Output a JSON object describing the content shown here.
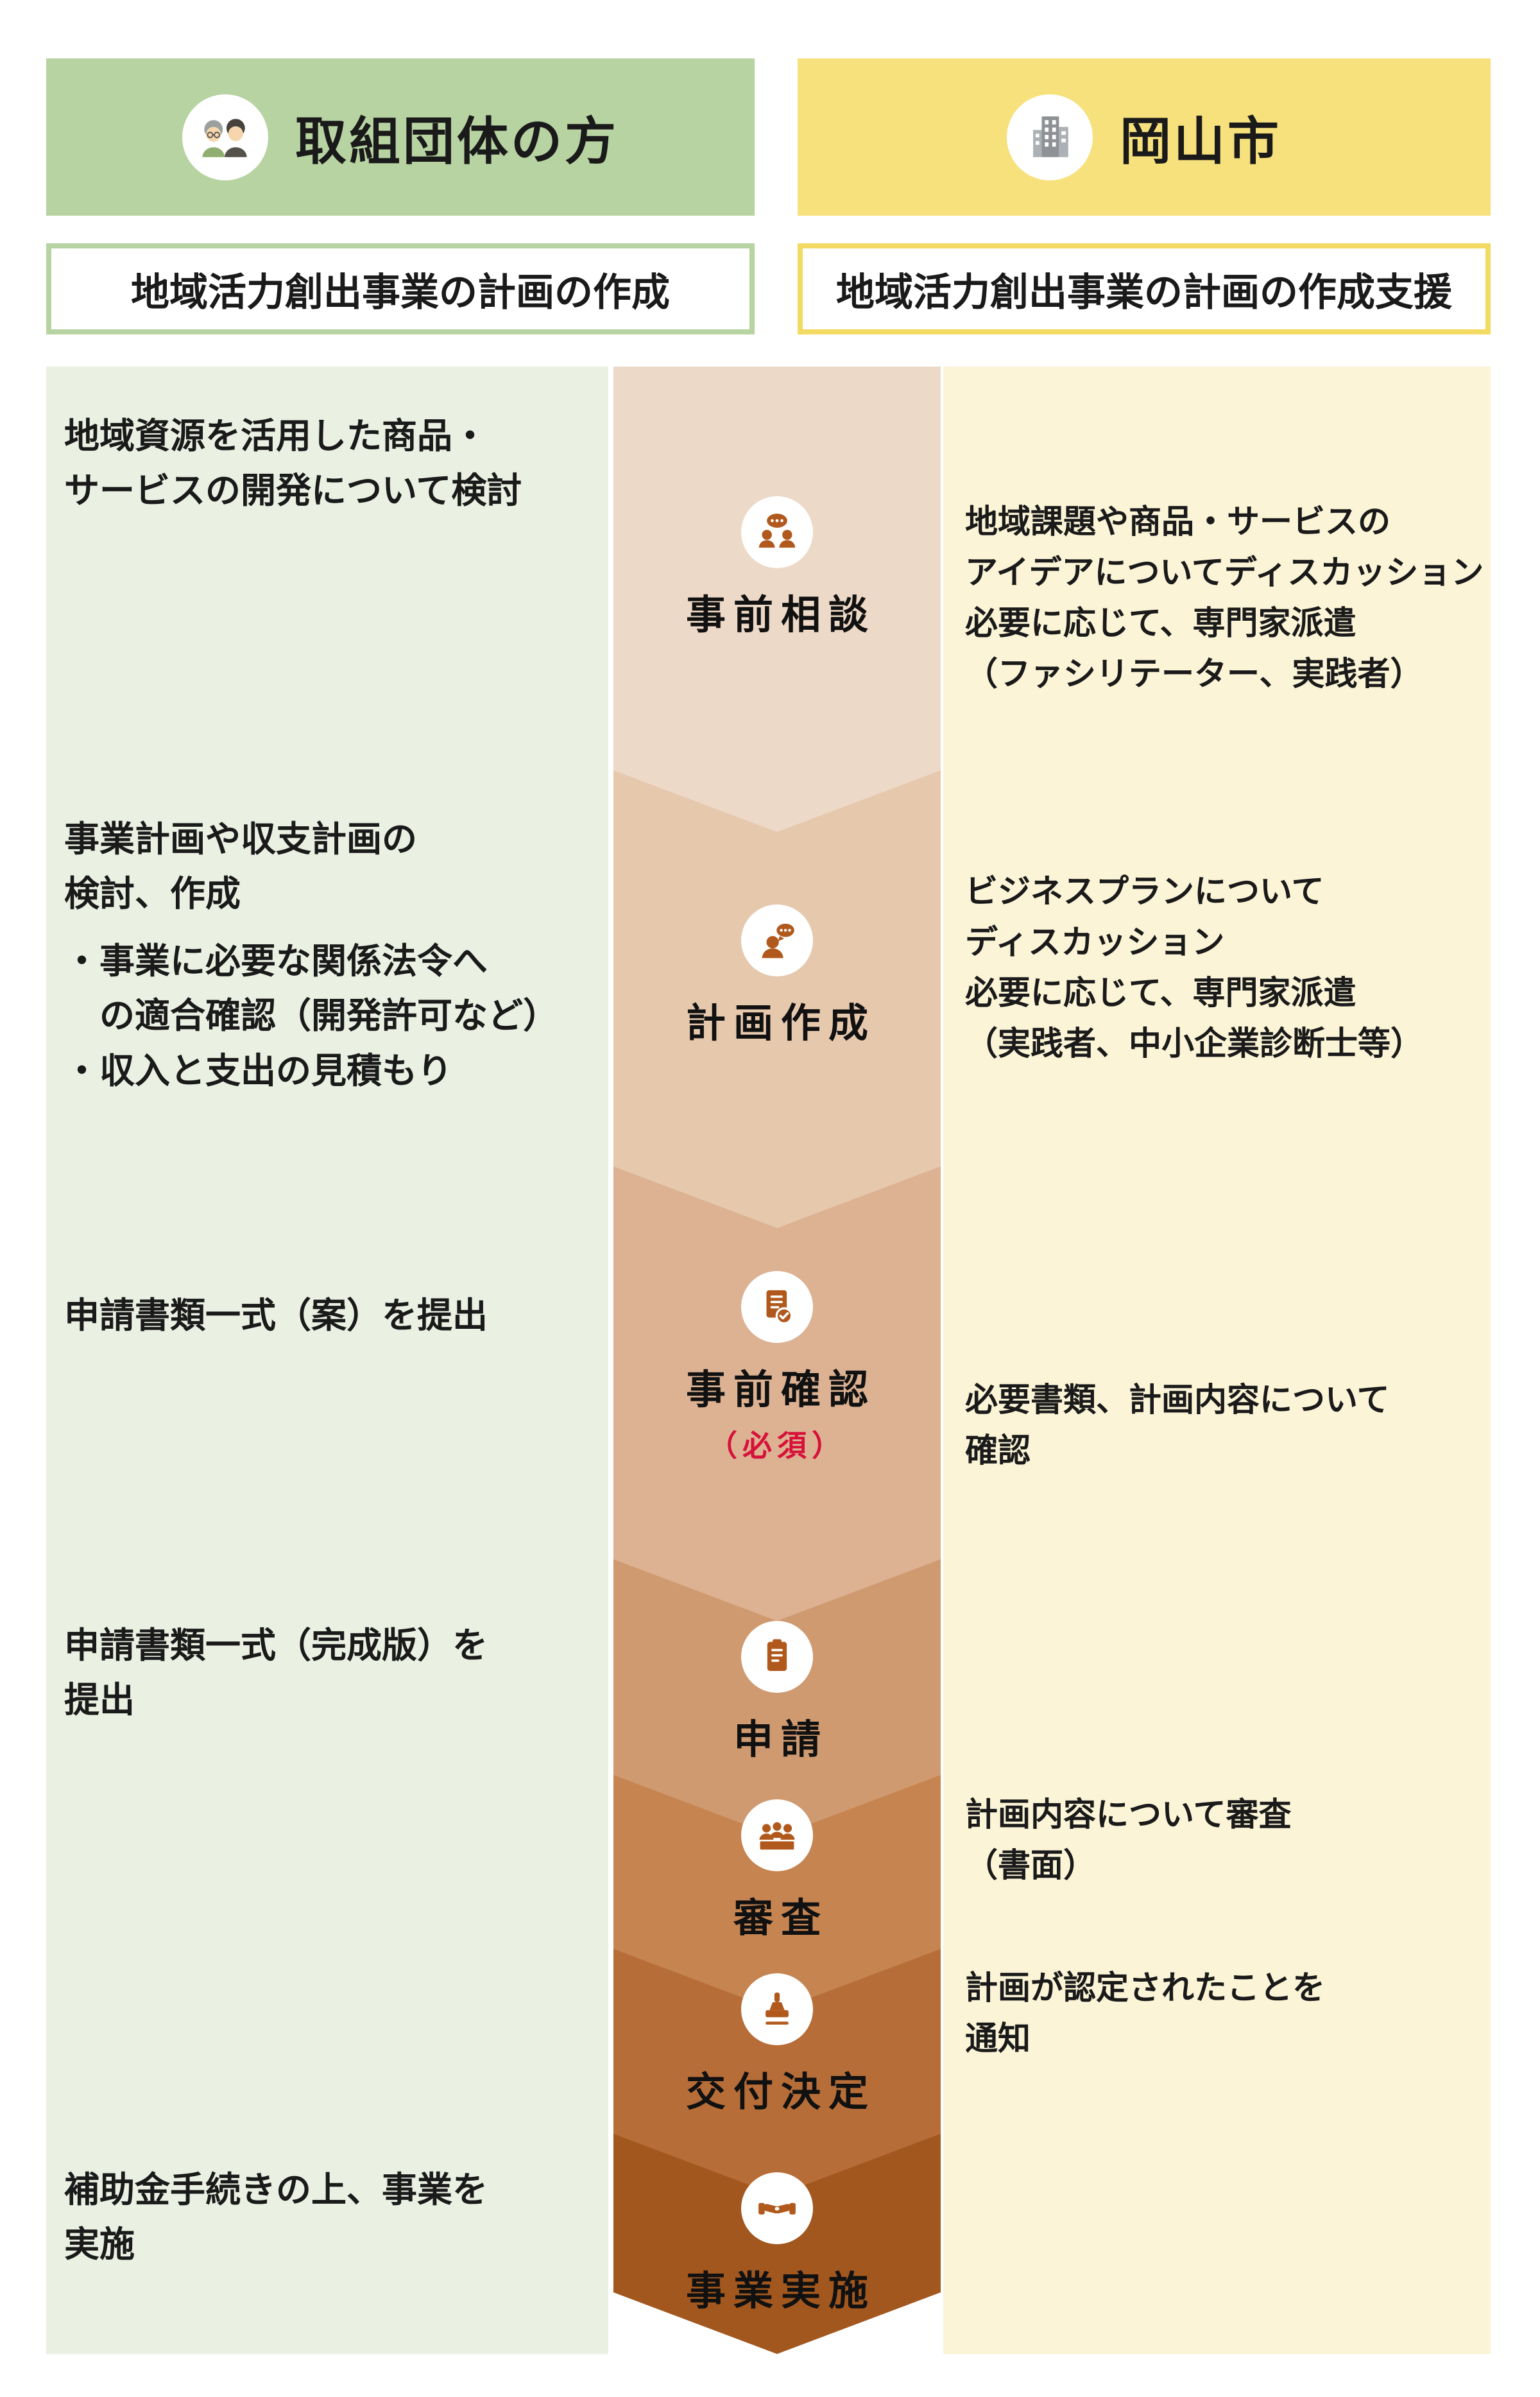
{
  "headers": {
    "left": {
      "title": "取組団体の方",
      "icon": "people-icon",
      "bg": "#b7d3a1"
    },
    "right": {
      "title": "岡山市",
      "icon": "building-icon",
      "bg": "#f6e17c"
    }
  },
  "subtitles": {
    "left": "地域活力創出事業の計画の作成",
    "right": "地域活力創出事業の計画の作成支援"
  },
  "left_column": {
    "bg": "#eaf1e3",
    "blocks": [
      {
        "text": "地域資源を活用した商品・\nサービスの開発について検討"
      },
      {
        "text": "事業計画や収支計画の\n検討、作成",
        "sub": "・事業に必要な関係法令へ\n　の適合確認（開発許可など）\n・収入と支出の見積もり"
      },
      {
        "text": "申請書類一式（案）を提出"
      },
      {
        "text": "申請書類一式（完成版）を\n提出"
      },
      {
        "text": "補助金手続きの上、事業を\n実施"
      }
    ]
  },
  "right_column": {
    "bg": "#fbf4d7",
    "blocks": [
      {
        "text": "地域課題や商品・サービスの\nアイデアについてディスカッション\n必要に応じて、専門家派遣\n（ファシリテーター、実践者）"
      },
      {
        "text": "ビジネスプランについて\nディスカッション\n必要に応じて、専門家派遣\n（実践者、中小企業診断士等）"
      },
      {
        "text": "必要書類、計画内容について\n確認"
      },
      {
        "text": "計画内容について審査\n（書面）"
      },
      {
        "text": "計画が認定されたことを\n通知"
      }
    ]
  },
  "steps": [
    {
      "label": "事前相談",
      "icon": "consultation-icon",
      "color": "#edd9c7"
    },
    {
      "label": "計画作成",
      "icon": "plan-icon",
      "color": "#e6c8ad"
    },
    {
      "label": "事前確認",
      "note": "（必須）",
      "note_color": "#d7123a",
      "icon": "document-check-icon",
      "color": "#dcb293"
    },
    {
      "label": "申請",
      "icon": "application-icon",
      "color": "#d09a70"
    },
    {
      "label": "審査",
      "icon": "review-icon",
      "color": "#c58450"
    },
    {
      "label": "交付決定",
      "icon": "stamp-icon",
      "color": "#b76d38"
    },
    {
      "label": "事業実施",
      "icon": "handshake-icon",
      "color": "#a2571e"
    }
  ]
}
